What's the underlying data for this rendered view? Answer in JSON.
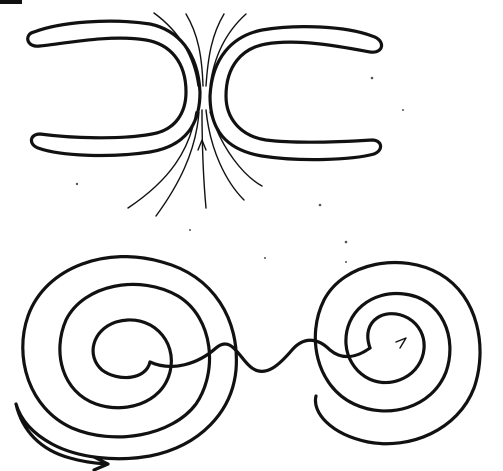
{
  "diagram": {
    "panels": [
      {
        "id": "top",
        "description_shape": "two-c-shaped-bands-with-field-lines"
      },
      {
        "id": "bottom",
        "description_shape": "two-spirals-connected-by-curve"
      }
    ],
    "ink_color": "#111111",
    "background_color": "#ffffff"
  }
}
